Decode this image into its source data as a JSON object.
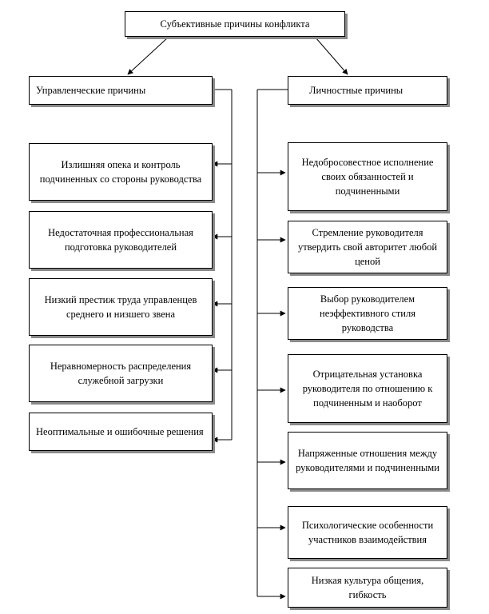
{
  "root": {
    "title": "Субъективные причины конфликта"
  },
  "left": {
    "header": "Управленческие причины",
    "items": [
      "Излишняя опека и контроль подчиненных со стороны руководства",
      "Недостаточная профессиональная подготовка руководителей",
      "Низкий престиж труда управленцев среднего и низшего звена",
      "Неравномерность распределения служебной загрузки",
      "Неоптимальные и ошибочные решения"
    ]
  },
  "right": {
    "header": "Личностные причины",
    "items": [
      "Недобросовестное исполнение своих обязанностей и подчиненными",
      "Стремление руководителя утвердить свой авторитет любой ценой",
      "Выбор руководителем неэффективного стиля руководства",
      "Отрицательная установка руководителя по отношению к подчиненным и наоборот",
      "Напряженные отношения между руководителями и подчиненными",
      "Психологические особенности участников взаимодействия",
      "Низкая культура общения, гибкость"
    ]
  }
}
